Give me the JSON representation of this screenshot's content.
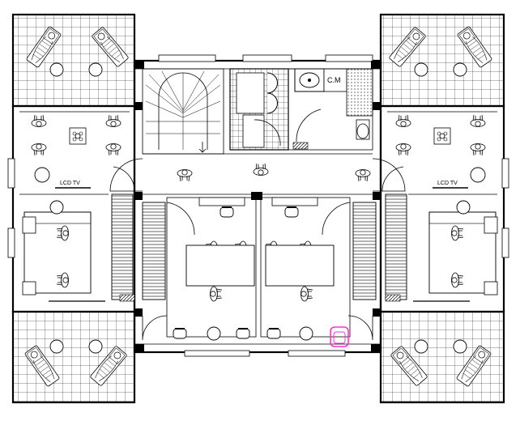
{
  "labels": {
    "tv_left": "LCD TV",
    "tv_right": "LCD TV",
    "cm": "C.M"
  },
  "colors": {
    "line": "#000000",
    "background": "#ffffff",
    "highlight": "#ff33cc"
  },
  "symbols": {
    "lounger": "sun-lounger-icon",
    "chair": "armchair-icon",
    "person": "seated-person-icon",
    "plant": "plant-icon",
    "wc": "toilet-icon",
    "sink": "washbasin-icon",
    "stairs": "spiral-stair-icon"
  }
}
